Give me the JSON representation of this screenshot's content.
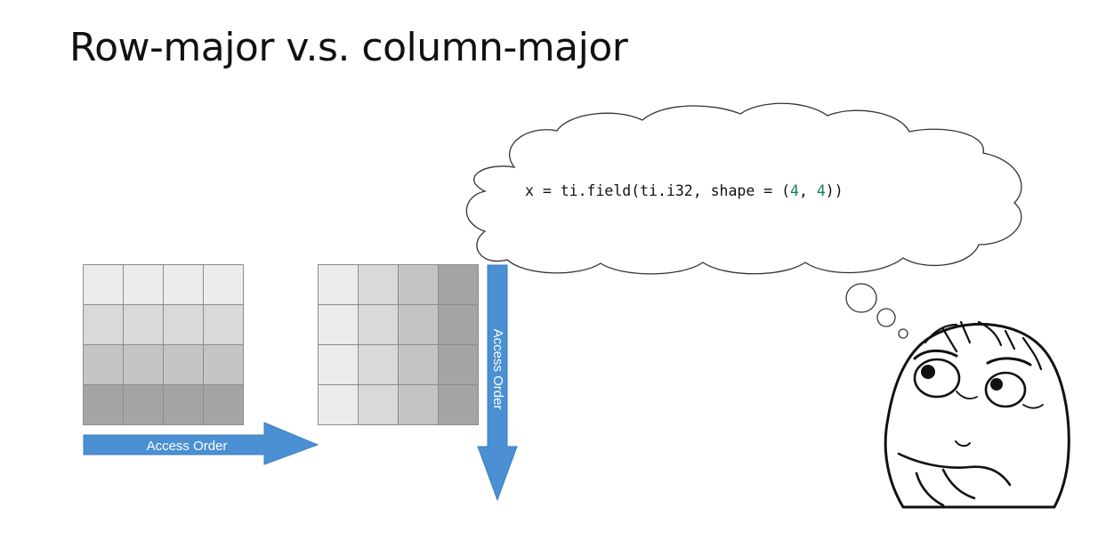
{
  "title": "Row-major v.s. column-major",
  "row_major": {
    "arrow_label": "Access Order",
    "shades": [
      [
        "#ececec",
        "#ececec",
        "#ececec",
        "#ececec"
      ],
      [
        "#d9d9d9",
        "#d9d9d9",
        "#d9d9d9",
        "#d9d9d9"
      ],
      [
        "#c4c4c4",
        "#c4c4c4",
        "#c4c4c4",
        "#c4c4c4"
      ],
      [
        "#a5a5a5",
        "#a5a5a5",
        "#a5a5a5",
        "#a5a5a5"
      ]
    ]
  },
  "column_major": {
    "arrow_label": "Access Order",
    "shades": [
      [
        "#ececec",
        "#d9d9d9",
        "#c4c4c4",
        "#a5a5a5"
      ],
      [
        "#ececec",
        "#d9d9d9",
        "#c4c4c4",
        "#a5a5a5"
      ],
      [
        "#ececec",
        "#d9d9d9",
        "#c4c4c4",
        "#a5a5a5"
      ],
      [
        "#ececec",
        "#d9d9d9",
        "#c4c4c4",
        "#a5a5a5"
      ]
    ]
  },
  "thought": {
    "code_prefix": "x = ti.field(ti.i32, shape = (",
    "num1": "4",
    "sep": ", ",
    "num2": "4",
    "code_suffix": "))"
  },
  "colors": {
    "arrow": "#4a90d2",
    "number": "#098658"
  }
}
